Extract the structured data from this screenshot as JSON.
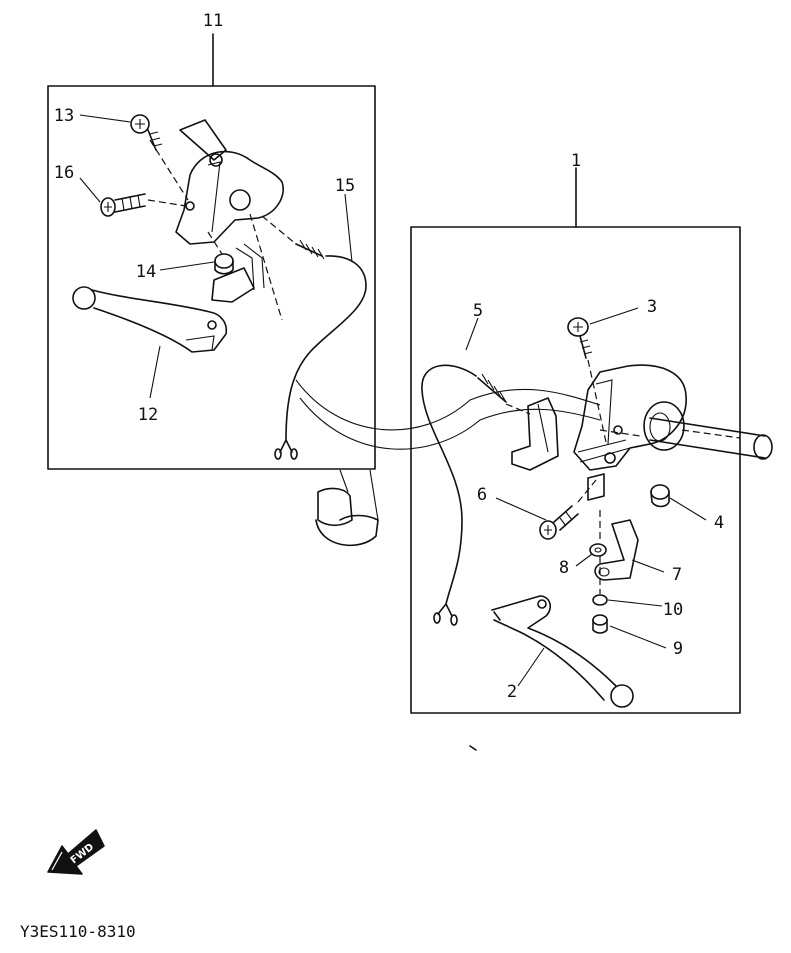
{
  "diagram": {
    "callouts": {
      "c1": "1",
      "c2": "2",
      "c3": "3",
      "c4": "4",
      "c5": "5",
      "c6": "6",
      "c7": "7",
      "c8": "8",
      "c9": "9",
      "c10": "10",
      "c11": "11",
      "c12": "12",
      "c13": "13",
      "c14": "14",
      "c15": "15",
      "c16": "16"
    },
    "fwd_label": "FWD",
    "drawing_code": "Y3ES110-8310"
  }
}
